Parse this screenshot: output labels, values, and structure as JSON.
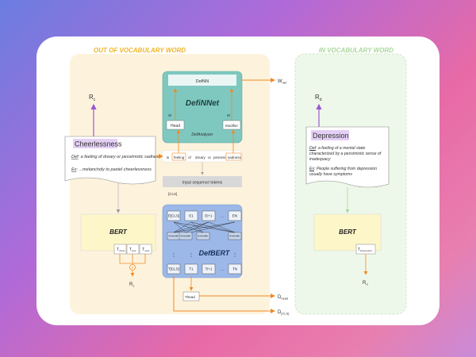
{
  "oov": {
    "title": "OUT OF VOCABULARY WORD",
    "vec_top": "R",
    "vec_top_sub": "c",
    "dict_word": "Cheerlessness",
    "def_prefix": "Def",
    "def_text": ": a feeling of dreary or pessimistic sadness",
    "ex_prefix": "Ex",
    "ex_text": ": ...melancholy to pastel cheerlessness",
    "bert": "BERT",
    "tokens": [
      "T",
      "T",
      "T"
    ],
    "token_subs": [
      "cheer",
      "less",
      "ness"
    ],
    "vec_bottom": "R",
    "vec_bottom_sub": "c"
  },
  "definnet": {
    "top_label": "DefNN",
    "title": "DefiNNet",
    "analyzer": "DefAnalyzer",
    "head": "Head",
    "modifier": "Modifier",
    "weight_left": "W",
    "weight_right": "W",
    "output": "W",
    "output_sub": "def"
  },
  "sequence": {
    "words": [
      "a",
      "feeling",
      "of",
      "dreary",
      "or",
      "pessimistic",
      "sadness"
    ],
    "box_label": "Input sequence tokens",
    "cls": "[CLS]"
  },
  "defbert": {
    "title": "DefBERT",
    "top_row": [
      "E[CLS]",
      "E1",
      "Ei+1",
      "...",
      "EN"
    ],
    "encoder": "Encoder",
    "bottom_row": [
      "T[CLS]",
      "T1",
      "Ti+1",
      "...",
      "TN"
    ],
    "head_token": "Thead",
    "out_head": "D",
    "out_head_sub": "head",
    "out_cls": "D",
    "out_cls_sub": "[CLS]"
  },
  "iv": {
    "title": "IN VOCABULARY WORD",
    "vec_top": "R",
    "vec_top_sub": "d",
    "dict_word": "Depression",
    "def_prefix": "Def",
    "def_text": ": a feeling of a mental state characterized by a pessimistic sense of inadequacy",
    "ex_prefix": "Ex",
    "ex_text": ": People suffering from depression usually have symptoms",
    "bert": "BERT",
    "token": "T",
    "token_sub": "Depression",
    "vec_bottom": "R",
    "vec_bottom_sub": "d"
  },
  "colors": {
    "oov_panel": "#fdf3dc",
    "iv_panel": "#eef8ea",
    "teal": "#7ec8c0",
    "defbert": "#9bb8e8",
    "bert": "#fdf6c8",
    "orange": "#f08a24",
    "purple": "#9b59d0"
  }
}
